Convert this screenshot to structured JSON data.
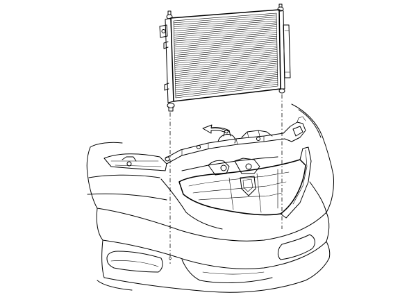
{
  "diagram": {
    "colors": {
      "line": "#000000",
      "background": "#ffffff"
    },
    "parts": [
      "condenser",
      "front-bumper",
      "radiator-support",
      "removal-arrow"
    ]
  }
}
